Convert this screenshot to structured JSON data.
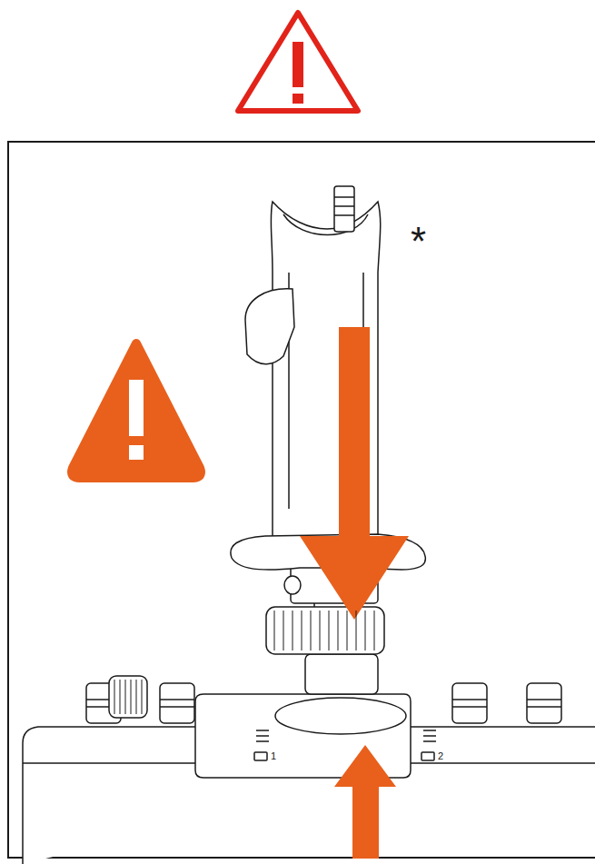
{
  "diagram": {
    "labels": [
      "*",
      "1",
      "2"
    ]
  }
}
